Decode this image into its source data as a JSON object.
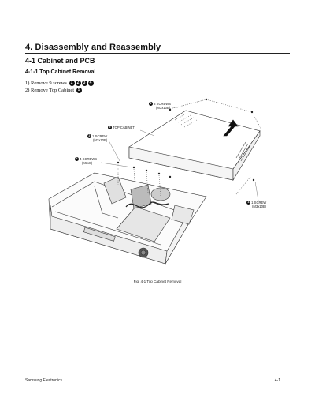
{
  "section_title": "4. Disassembly and Reassembly",
  "subsection_title": "4-1  Cabinet and PCB",
  "subsubsection_title": "4-1-1 Top Cabinet Removal",
  "steps": {
    "step1": "1) Remove  9 screws",
    "step1_nums": [
      "1",
      "2",
      "3",
      "4"
    ],
    "step2": "2) Remove Top Cabinet",
    "step2_num": "5"
  },
  "callouts": {
    "c1_num": "1",
    "c1_line1": "3 SCREWS",
    "c1_line2": "(M3x10B)",
    "c5_num": "5",
    "c5_line1": "TOP CABINET",
    "c2_num": "2",
    "c2_line1": "1 SCREW",
    "c2_line2": "(M3x10B)",
    "c4_num": "4",
    "c4_line1": "4 SCREWS",
    "c4_line2": "(M3x8)",
    "c3_num": "3",
    "c3_line1": "1 SCREW",
    "c3_line2": "(M3x10B)"
  },
  "figure_caption": "Fig.  4-1 Top Cabinet Removal",
  "footer": {
    "left": "Samsung Electronics",
    "right": "4-1"
  }
}
